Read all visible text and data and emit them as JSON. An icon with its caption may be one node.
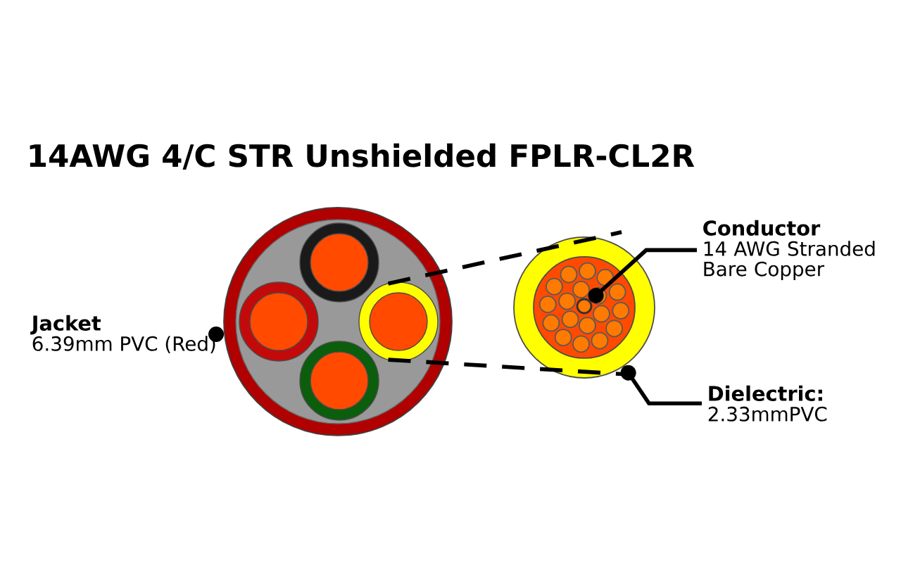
{
  "diagram": {
    "title": "14AWG 4/C STR Unshielded FPLR-CL2R",
    "nodes": [
      {
        "text": [],
        "shape": "circle"
      },
      {
        "text": [],
        "shape": "circle",
        "in": 0
      },
      {
        "text": [],
        "shape": "circle",
        "in": 0
      },
      {
        "text": [],
        "shape": "circle",
        "in": 0
      },
      {
        "text": [],
        "shape": "circle",
        "in": 0
      },
      {
        "text": [
          "Jacket",
          "6.39mm PVC (Red)"
        ]
      },
      {
        "text": [],
        "shape": "circle"
      },
      {
        "text": [],
        "shape": "circle",
        "in": 6
      },
      {
        "text": [
          "Conductor",
          "14 AWG Stranded Bare Copper"
        ]
      },
      {
        "text": [
          "Dielectric:",
          "2.33mmPVC"
        ]
      }
    ],
    "edges": [
      {
        "from": 5,
        "to": 0,
        "arrow": "other"
      },
      {
        "from": 8,
        "to": 7,
        "arrow": "other"
      },
      {
        "from": 9,
        "to": 6,
        "arrow": "other"
      },
      {
        "from": 3,
        "to": 6,
        "arrow": "none",
        "style": "dashed"
      },
      {
        "from": 3,
        "to": 6,
        "arrow": "none",
        "style": "dashed"
      }
    ]
  }
}
